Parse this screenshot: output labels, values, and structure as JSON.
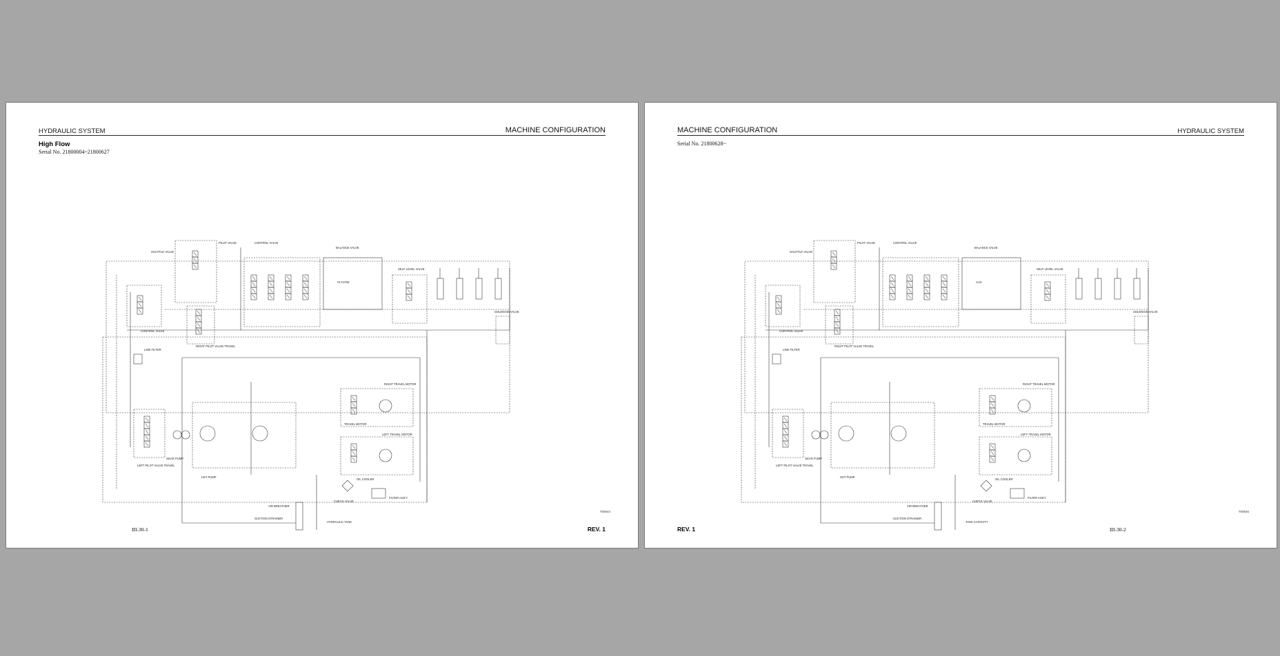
{
  "pages": [
    {
      "header_left": "HYDRAULIC SYSTEM",
      "header_right": "MACHINE CONFIGURATION",
      "subtitle": "High Flow",
      "serial": "Serial No. 21800004~21800627",
      "footer_left": "III-30-1",
      "footer_right": "REV. 1",
      "drawing_code": "T00544",
      "labels": {
        "shuttle_valve": "SHUTTLE VALVE",
        "pilot_valve": "PILOT VALVE",
        "control_valve": "CONTROL VALVE",
        "balance_valve": "BALANCE VALVE",
        "self_level_valve": "SELF LEVEL VALVE",
        "right_travel_motor": "RIGHT TRAVEL MOTOR",
        "left_travel_motor": "LEFT TRAVEL MOTOR",
        "travel_motor": "TRAVEL MOTOR",
        "line_filter": "LINE FILTER",
        "gear_pump": "GEAR PUMP",
        "hst_pump": "HST PUMP",
        "oil_cooler": "OIL COOLER",
        "check_valve": "CHECK VALVE",
        "filter_ass_y": "FILTER ASS'Y",
        "air_breather": "AIR BREATHER",
        "suction_strainer": "SUCTION STRAINER",
        "hydraulic_tank": "HYDRAULIC TANK",
        "solenoid_valve": "SOLENOID VALVE",
        "left_pilot": "LEFT PILOT VALVE TRAVEL",
        "right_pilot": "RIGHT PILOT VALVE TRAVEL",
        "control_valve_2": "CONTROL VALVE",
        "hi_flow": "HI FLOW"
      }
    },
    {
      "header_left": "MACHINE CONFIGURATION",
      "header_right": "HYDRAULIC SYSTEM",
      "subtitle": "",
      "serial": "Serial No. 21800628~",
      "footer_left": "REV. 1",
      "footer_right": "III-30-2",
      "drawing_code": "T00546",
      "labels": {
        "shuttle_valve": "SHUTTLE VALVE",
        "pilot_valve": "PILOT VALVE",
        "control_valve": "CONTROL VALVE",
        "balance_valve": "BALANCE VALVE",
        "self_level_valve": "SELF LEVEL VALVE",
        "right_travel_motor": "RIGHT TRAVEL MOTOR",
        "left_travel_motor": "LEFT TRAVEL MOTOR",
        "travel_motor": "TRAVEL MOTOR",
        "line_filter": "LINE FILTER",
        "gear_pump": "GEAR PUMP",
        "hst_pump": "HST PUMP",
        "oil_cooler": "OIL COOLER",
        "check_valve": "CHECK VALVE",
        "filter_ass_y": "FILTER ASS'Y",
        "air_breather": "AIR BREATHER",
        "suction_strainer": "SUCTION STRAINER",
        "hydraulic_tank": "TANK CAPACITY",
        "solenoid_valve": "SOLENOID VALVE",
        "left_pilot": "LEFT PILOT VALVE TRAVEL",
        "right_pilot": "RIGHT PILOT VALVE TRAVEL",
        "control_valve_2": "CONTROL VALVE",
        "hi_flow": "AUX"
      }
    }
  ]
}
